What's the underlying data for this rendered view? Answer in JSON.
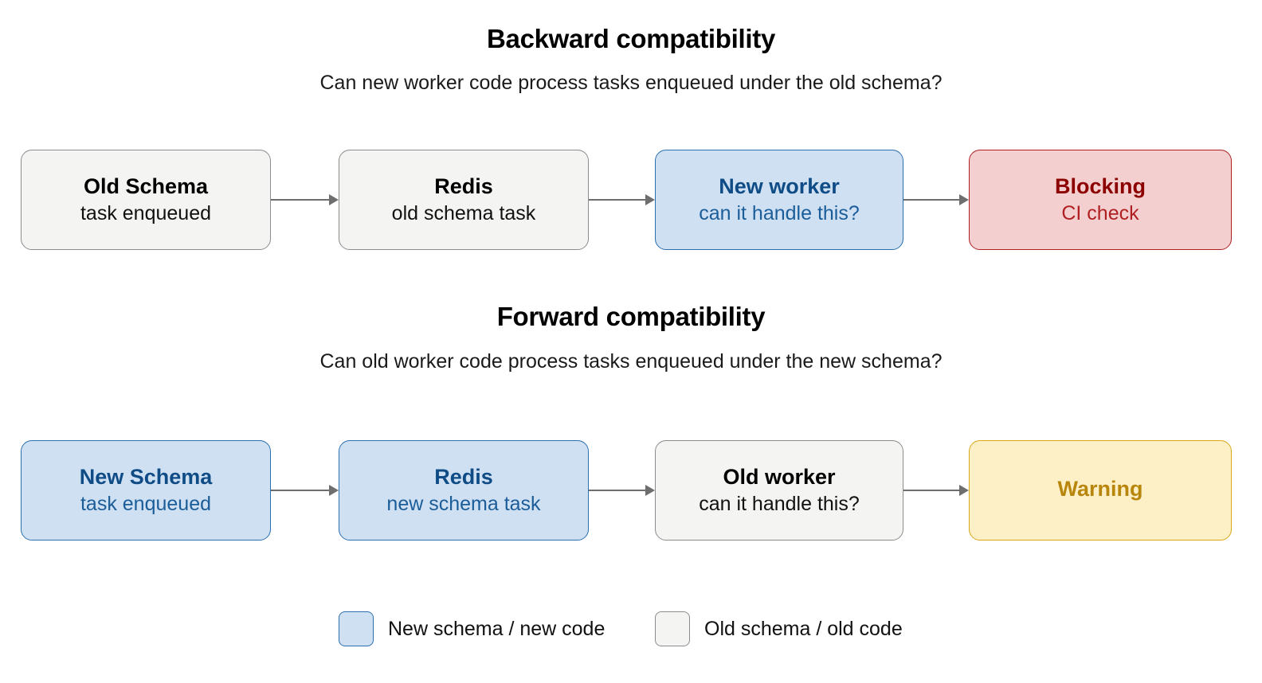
{
  "sections": [
    {
      "id": "backward",
      "title": "Backward compatibility",
      "subtitle": "Can new worker code process tasks enqueued under the old schema?",
      "nodes": [
        {
          "title": "Old Schema",
          "subtitle": "task enqueued",
          "variant": "grey"
        },
        {
          "title": "Redis",
          "subtitle": "old schema task",
          "variant": "grey"
        },
        {
          "title": "New worker",
          "subtitle": "can it handle this?",
          "variant": "blue"
        },
        {
          "title": "Blocking",
          "subtitle": "CI check",
          "variant": "red"
        }
      ]
    },
    {
      "id": "forward",
      "title": "Forward compatibility",
      "subtitle": "Can old worker code process tasks enqueued under the new schema?",
      "nodes": [
        {
          "title": "New Schema",
          "subtitle": "task enqueued",
          "variant": "blue"
        },
        {
          "title": "Redis",
          "subtitle": "new schema task",
          "variant": "blue"
        },
        {
          "title": "Old worker",
          "subtitle": "can it handle this?",
          "variant": "grey"
        },
        {
          "title": "Warning",
          "subtitle": "",
          "variant": "yellow"
        }
      ]
    }
  ],
  "legend": {
    "items": [
      {
        "label": "New schema / new code",
        "swatch": "blue"
      },
      {
        "label": "Old schema / old code",
        "swatch": "grey"
      }
    ]
  },
  "colors": {
    "grey_fill": "#f4f4f2",
    "grey_border": "#8c8c8c",
    "blue_fill": "#cfe0f3",
    "blue_border": "#2c6fae",
    "blue_text": "#0f4c86",
    "red_fill": "#f3cfcf",
    "red_border": "#ae1f22",
    "red_text": "#8c0000",
    "yellow_fill": "#fdefc6",
    "yellow_border": "#d8a71a",
    "yellow_text": "#b8860b",
    "arrow": "#6e6e6e",
    "background": "#ffffff"
  },
  "icons": {
    "arrow": "arrow-right-icon"
  }
}
